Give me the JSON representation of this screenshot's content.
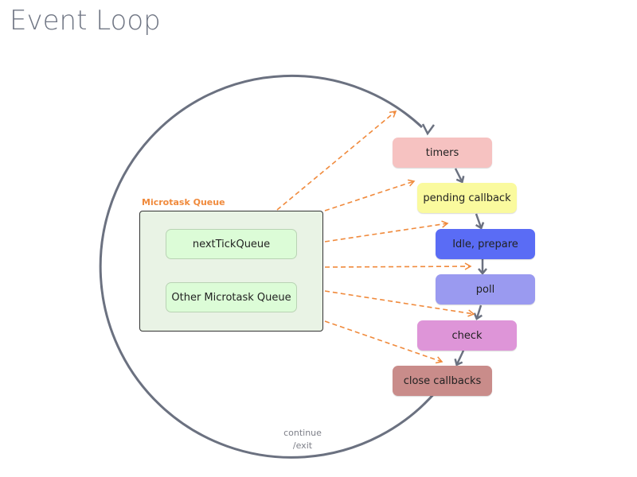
{
  "title": "Event Loop",
  "microtask": {
    "label": "Microtask Queue",
    "queues": [
      {
        "name": "nextTickQueue"
      },
      {
        "name": "Other Microtask Queue"
      }
    ]
  },
  "phases": [
    {
      "label": "timers",
      "color": "#f6c2c1"
    },
    {
      "label": "pending callback",
      "color": "#fafa9e"
    },
    {
      "label": "Idle, prepare",
      "color": "#5a6cf5"
    },
    {
      "label": "poll",
      "color": "#9a9af0"
    },
    {
      "label": "check",
      "color": "#de95d8"
    },
    {
      "label": "close callbacks",
      "color": "#c98c8a"
    }
  ],
  "loop": {
    "continue_label": "continue",
    "exit_label": "/exit",
    "circle_color": "#6b7180",
    "arrow_color": "#f08a3c"
  }
}
